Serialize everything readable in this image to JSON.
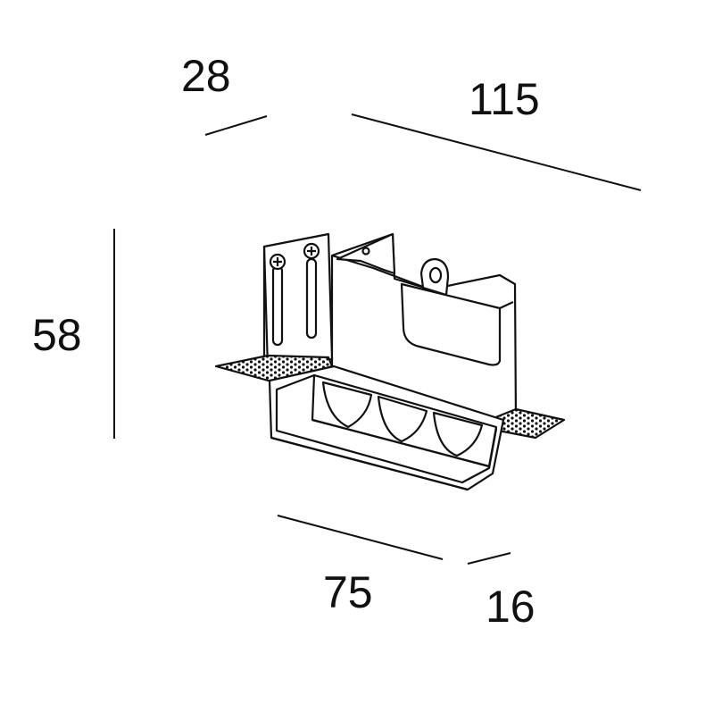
{
  "dimensions": {
    "depth": "28",
    "length": "115",
    "height": "58",
    "opening_length": "75",
    "opening_width": "16"
  },
  "colors": {
    "line": "#111111",
    "background": "#ffffff",
    "fill": "#ffffff"
  }
}
